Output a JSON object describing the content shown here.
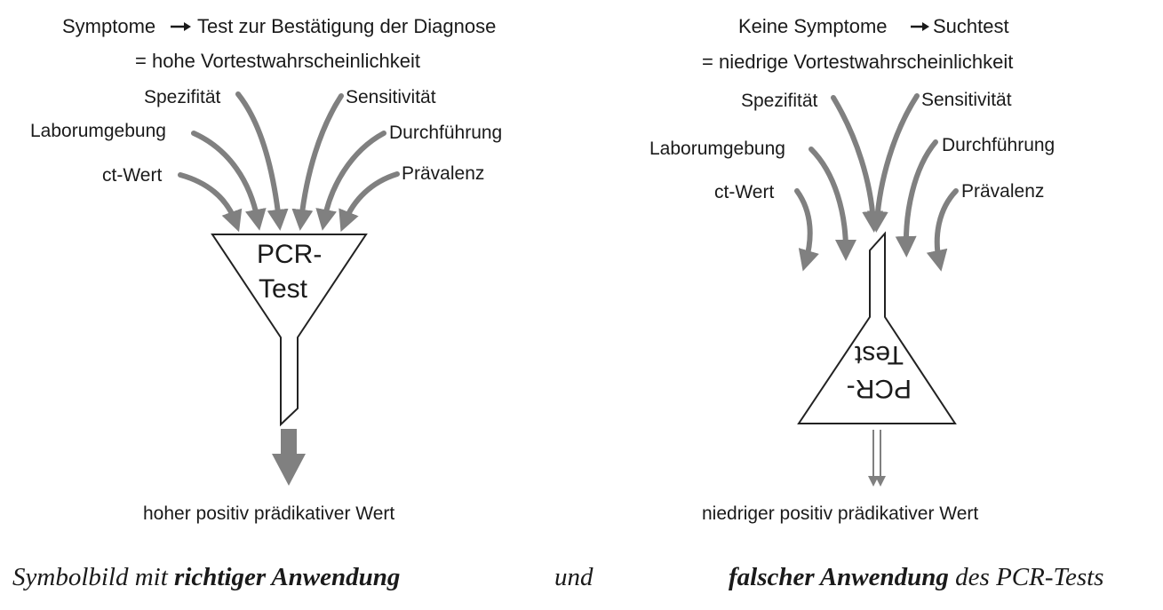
{
  "left": {
    "heading_line1": "Symptome",
    "heading_line1_rest": "Test zur Bestätigung der Diagnose",
    "heading_line2": "= hohe Vortestwahrscheinlichkeit",
    "factors": [
      "Spezifität",
      "Sensitivität",
      "Laborumgebung",
      "Durchführung",
      "ct-Wert",
      "Prävalenz"
    ],
    "funnel_line1": "PCR-",
    "funnel_line2": "Test",
    "result": "hoher positiv prädikativer Wert"
  },
  "right": {
    "heading_line1": "Keine Symptome",
    "heading_line1_rest": "Suchtest",
    "heading_line2": "= niedrige Vortestwahrscheinlichkeit",
    "factors": [
      "Spezifität",
      "Sensitivität",
      "Laborumgebung",
      "Durchführung",
      "ct-Wert",
      "Prävalenz"
    ],
    "funnel_line1": "PCR-",
    "funnel_line2": "Test",
    "result": "niedriger positiv prädikativer Wert"
  },
  "caption": {
    "part1": "Symbolbild mit ",
    "part2_bold": "richtiger Anwendung",
    "part3": "und",
    "part4_bold": "falscher Anwendung",
    "part5": " des PCR-Tests"
  },
  "colors": {
    "arrow": "#808080",
    "outline": "#222222",
    "text": "#1a1a1a"
  }
}
